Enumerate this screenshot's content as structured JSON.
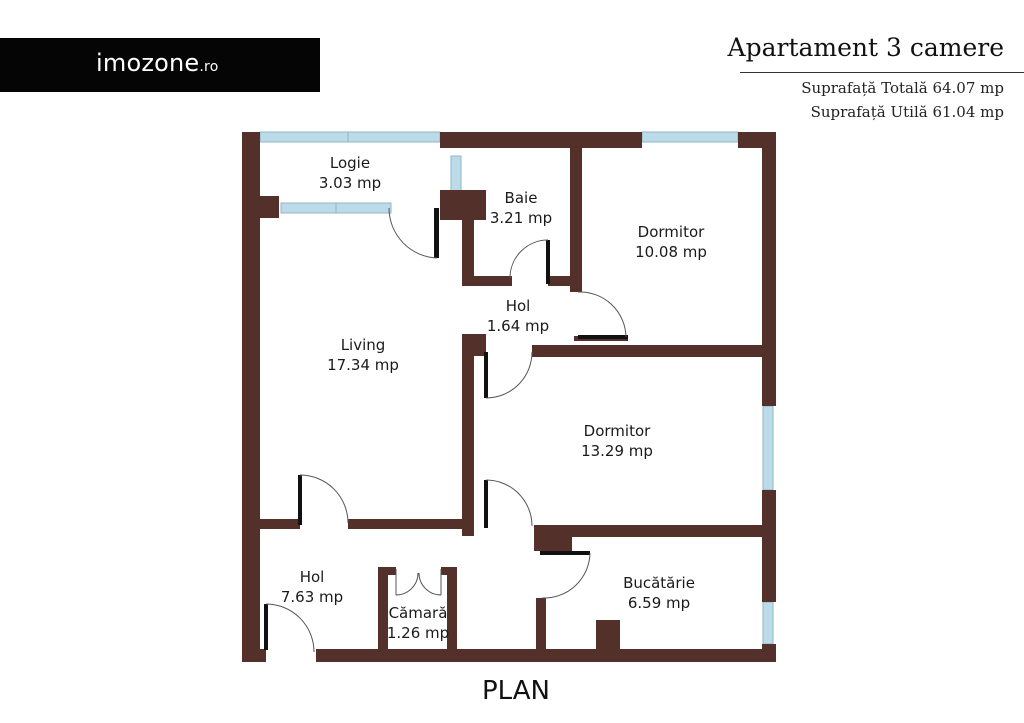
{
  "brand": {
    "name": "imozone",
    "suffix": ".ro"
  },
  "header": {
    "title": "Apartament 3 camere",
    "total_area": "Suprafață Totală 64.07 mp",
    "usable_area": "Suprafață Utilă 61.04 mp"
  },
  "rooms": {
    "logie": {
      "name": "Logie",
      "area": "3.03 mp"
    },
    "baie": {
      "name": "Baie",
      "area": "3.21 mp"
    },
    "dormitor1": {
      "name": "Dormitor",
      "area": "10.08 mp"
    },
    "hol_mic": {
      "name": "Hol",
      "area": "1.64 mp"
    },
    "living": {
      "name": "Living",
      "area": "17.34 mp"
    },
    "dormitor2": {
      "name": "Dormitor",
      "area": "13.29 mp"
    },
    "hol": {
      "name": "Hol",
      "area": "7.63 mp"
    },
    "camara": {
      "name": "Cămară",
      "area": "1.26 mp"
    },
    "bucatarie": {
      "name": "Bucătărie",
      "area": "6.59 mp"
    }
  },
  "caption": "PLAN",
  "colors": {
    "wall": "#54302a",
    "window": "#bcdbe8",
    "door": "#555555"
  }
}
